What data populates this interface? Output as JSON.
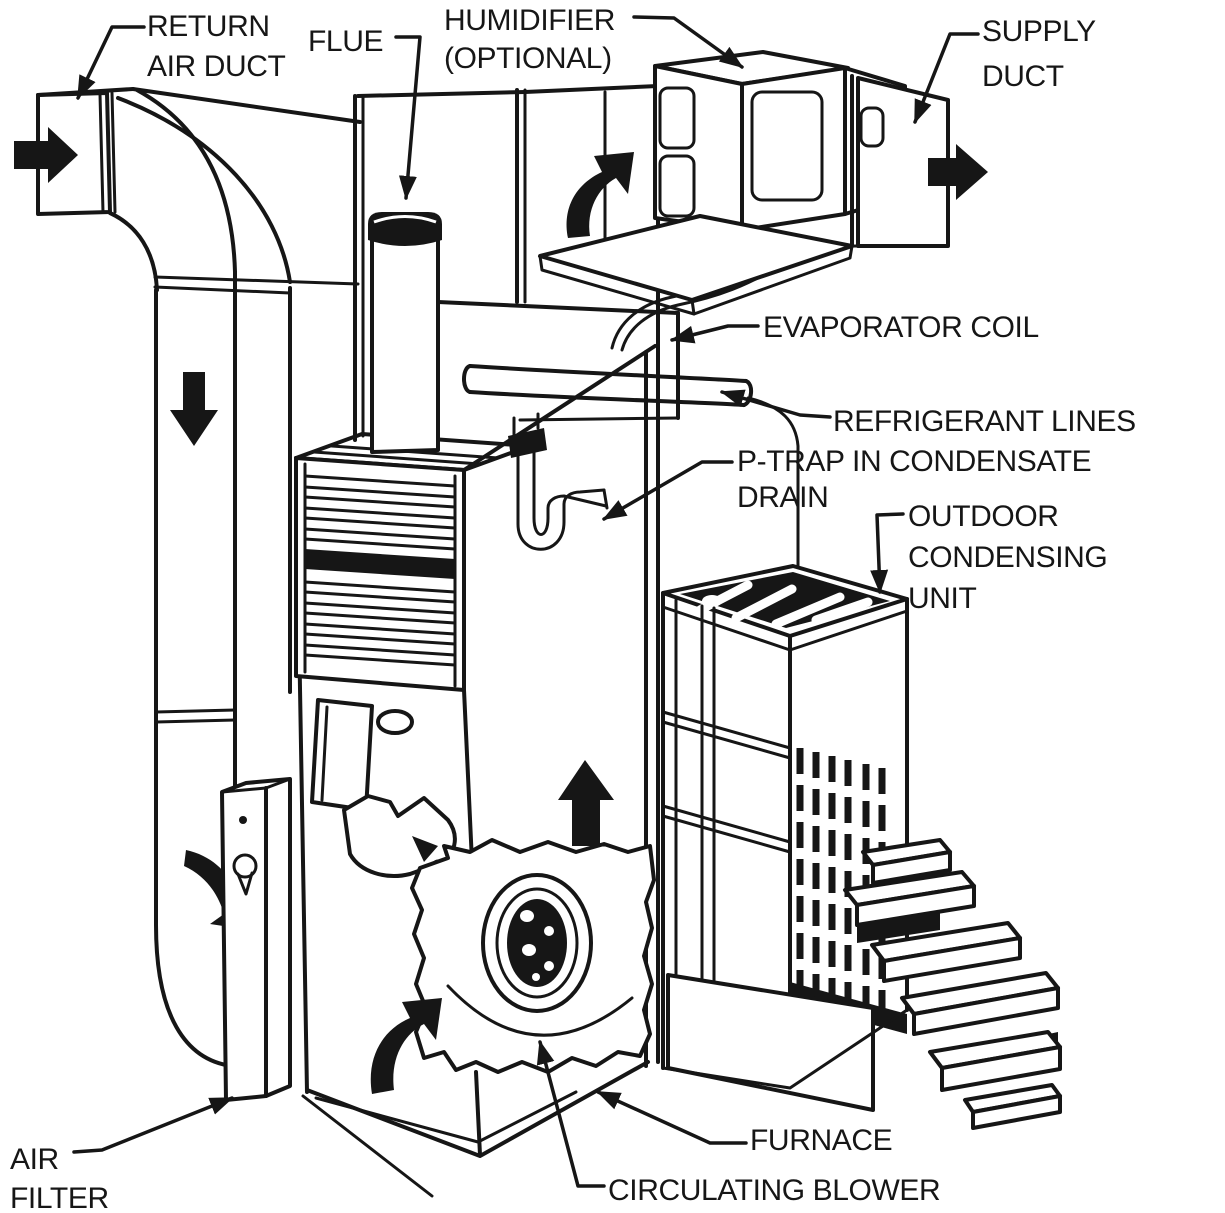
{
  "colors": {
    "ink": "#161616",
    "paper": "#ffffff"
  },
  "diagram": {
    "description": "Cutaway line drawing of a forced-air furnace with add-on air conditioning",
    "labels": {
      "return_air_duct": {
        "text": "RETURN\nAIR DUCT"
      },
      "flue": {
        "text": "FLUE"
      },
      "humidifier": {
        "text": "HUMIDIFIER\n(OPTIONAL)"
      },
      "supply_duct": {
        "text": "SUPPLY\nDUCT"
      },
      "evaporator_coil": {
        "text": "EVAPORATOR COIL"
      },
      "refrigerant_lines": {
        "text": "REFRIGERANT LINES"
      },
      "p_trap": {
        "text": "P-TRAP IN CONDENSATE\nDRAIN"
      },
      "outdoor_condensing_unit": {
        "text": "OUTDOOR\nCONDENSING\nUNIT"
      },
      "air_filter": {
        "text": "AIR\nFILTER"
      },
      "furnace": {
        "text": "FURNACE"
      },
      "circulating_blower": {
        "text": "CIRCULATING BLOWER"
      }
    },
    "flow_arrows": [
      "return-air-inlet-arrow",
      "return-air-down-arrow",
      "return-air-turn-arrow",
      "blower-intake-arrow",
      "supply-air-up-arrow",
      "plenum-turn-arrow",
      "supply-outlet-arrow"
    ]
  }
}
